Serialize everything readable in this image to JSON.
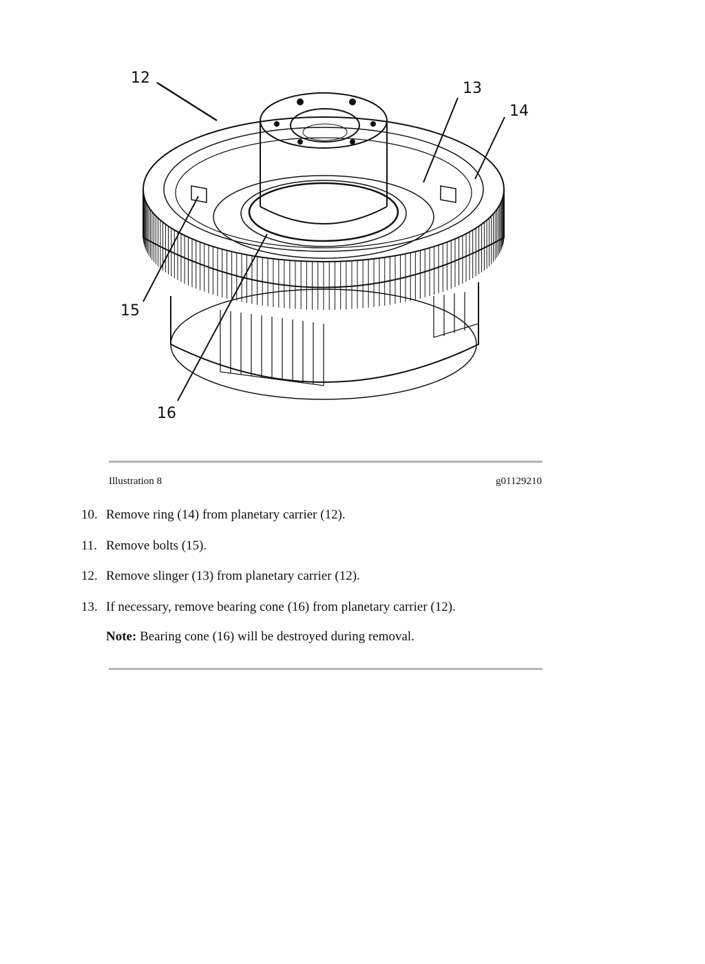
{
  "figure": {
    "callouts": [
      "12",
      "13",
      "14",
      "15",
      "16"
    ]
  },
  "caption": {
    "label": "Illustration 8",
    "graphic_id": "g01129210"
  },
  "steps": [
    {
      "number": "10.",
      "text": "Remove ring (14) from planetary carrier (12)."
    },
    {
      "number": "11.",
      "text": "Remove bolts (15)."
    },
    {
      "number": "12.",
      "text": "Remove slinger (13) from planetary carrier (12)."
    },
    {
      "number": "13.",
      "text": "If necessary, remove bearing cone (16) from planetary carrier (12)."
    }
  ],
  "note": {
    "label": "Note:",
    "text": " Bearing cone (16) will be destroyed during removal."
  }
}
